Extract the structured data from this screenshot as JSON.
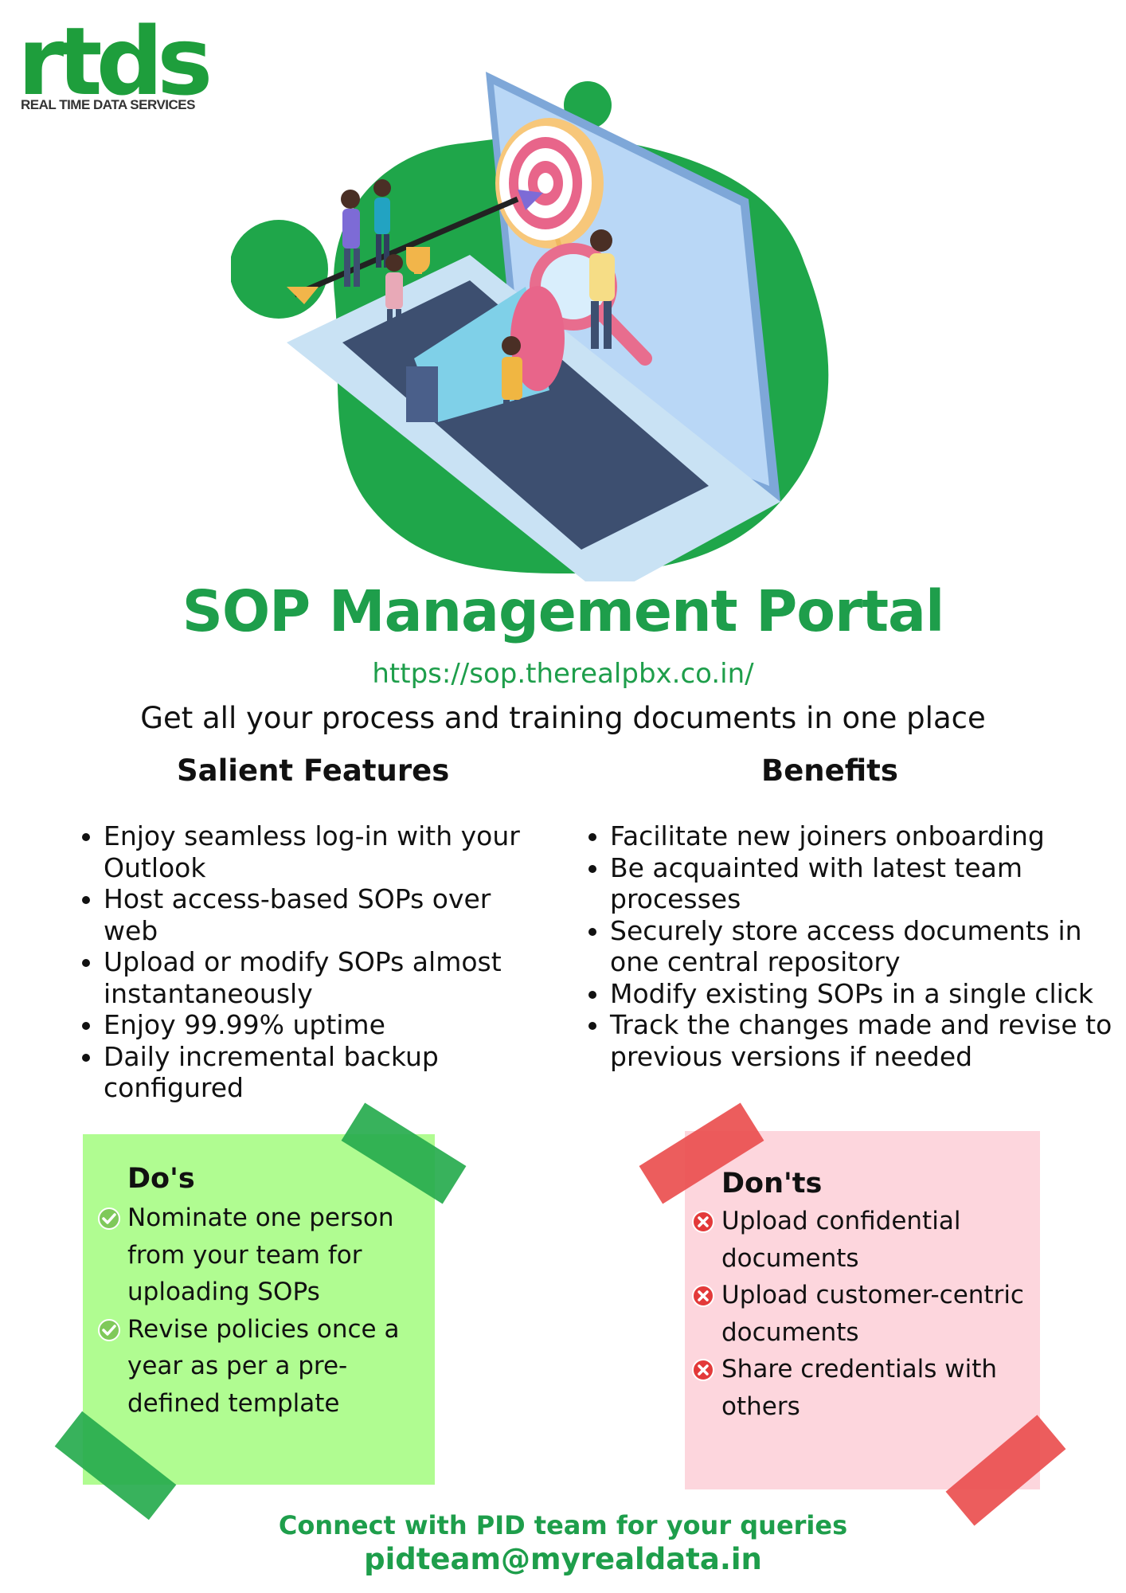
{
  "brand": {
    "logo_text": "rtds",
    "logo_subtitle": "REAL TIME DATA SERVICES",
    "accent_color": "#1e9e4b"
  },
  "hero": {
    "illustration": "laptop-target-team-illustration"
  },
  "header": {
    "title": "SOP Management Portal",
    "url": "https://sop.therealpbx.co.in/",
    "tagline": "Get all your process and training documents in one place"
  },
  "features": {
    "heading": "Salient Features",
    "items": [
      "Enjoy seamless log-in with your Outlook",
      "Host access-based SOPs over web",
      "Upload or modify SOPs almost instantaneously",
      "Enjoy 99.99% uptime",
      "Daily incremental backup configured"
    ]
  },
  "benefits": {
    "heading": "Benefits",
    "items": [
      "Facilitate new joiners onboarding",
      "Be acquainted with latest team processes",
      "Securely store access documents in one central repository",
      "Modify existing SOPs in a single click",
      "Track the changes made and revise to previous versions if needed"
    ]
  },
  "dos": {
    "heading": "Do's",
    "icon": "check-circle-icon",
    "note_color": "#b0fc91",
    "items": [
      "Nominate one person from your team for uploading SOPs",
      "Revise policies once a year as per a pre-defined template"
    ]
  },
  "donts": {
    "heading": "Don'ts",
    "icon": "x-circle-icon",
    "note_color": "#fdd6dd",
    "items": [
      "Upload confidential documents",
      "Upload customer-centric documents",
      "Share credentials with others"
    ]
  },
  "footer": {
    "contact_line": "Connect with PID team for your queries",
    "email": "pidteam@myrealdata.in"
  }
}
